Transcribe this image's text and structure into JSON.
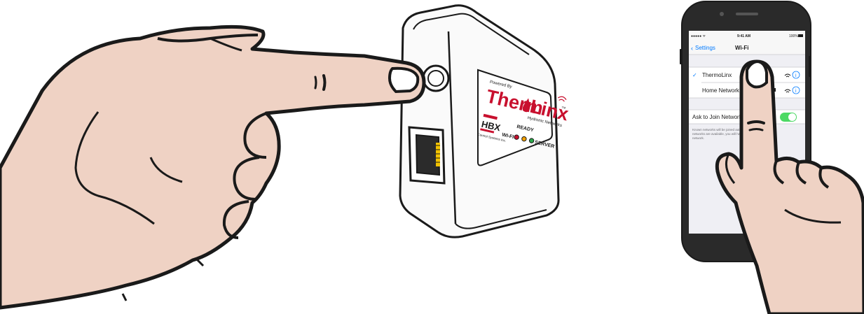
{
  "device": {
    "powered_by": "Powered By",
    "brand_part1": "Therm",
    "brand_part2": "Linx",
    "brand_trademark": "TM",
    "brand_tagline": "Hydronic Networks",
    "hbx_logo": "HBX",
    "hbx_sub": "Control Systems Inc.",
    "ready_label": "READY",
    "wifi_label": "WI-FI",
    "server_label": "SERVER"
  },
  "phone": {
    "status_carrier": "●●●●● ᯤ",
    "status_time": "9:41 AM",
    "status_battery": "100%",
    "nav_back": "Settings",
    "nav_title": "Wi-Fi",
    "networks": [
      {
        "name": "ThermoLinx",
        "selected": true
      },
      {
        "name": "Home Network",
        "selected": false
      }
    ],
    "ask_label": "Ask to Join Networks",
    "ask_toggle_on": true,
    "ask_footer_1": "Known networks will be joined automatically. If no known",
    "ask_footer_2": "networks are available, you will have to manually select a",
    "ask_footer_3": "network."
  },
  "colors": {
    "brand_red": "#c8102e",
    "skin": "#efd2c4",
    "toggle_green": "#4cd964",
    "ios_blue": "#007aff"
  }
}
